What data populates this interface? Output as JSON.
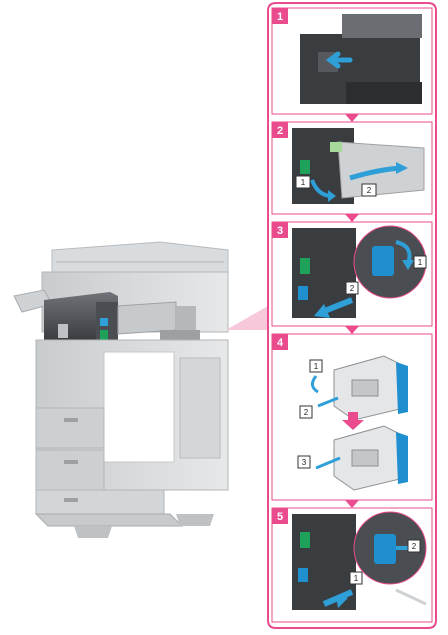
{
  "colors": {
    "accent": "#e94b8c",
    "accent_light": "#f6c2d8",
    "arrow_blue": "#2f9fd8",
    "part_blue": "#1f8fd0",
    "machine_grey": "#cfd2d4",
    "dark_grey": "#3a3d40"
  },
  "steps": [
    {
      "number": "1",
      "callouts": []
    },
    {
      "number": "2",
      "callouts": [
        "1",
        "2"
      ]
    },
    {
      "number": "3",
      "callouts": [
        "1",
        "2"
      ]
    },
    {
      "number": "4",
      "callouts": [
        "1",
        "2",
        "3"
      ]
    },
    {
      "number": "5",
      "callouts": [
        "1",
        "2"
      ]
    }
  ],
  "icons": [
    "down-arrow-icon",
    "rotate-arrow-icon",
    "pull-arrow-icon"
  ]
}
